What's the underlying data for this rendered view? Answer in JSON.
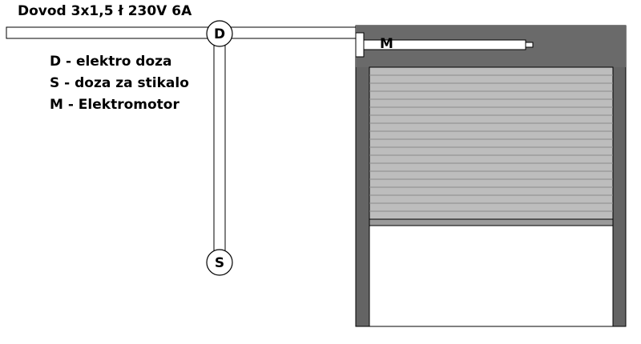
{
  "title": "Dovod 3x1,5 ł  230V 6A",
  "legend": [
    "D - elektro doza",
    "S - doza za stikalo",
    "M - Elektromotor"
  ],
  "labels": {
    "junction_box": "D",
    "switch_box": "S",
    "motor": "M"
  },
  "colors": {
    "frame": "#646464",
    "slats": "#bdbdbd",
    "slat_line": "#8a8a8a",
    "outline": "#000000"
  }
}
